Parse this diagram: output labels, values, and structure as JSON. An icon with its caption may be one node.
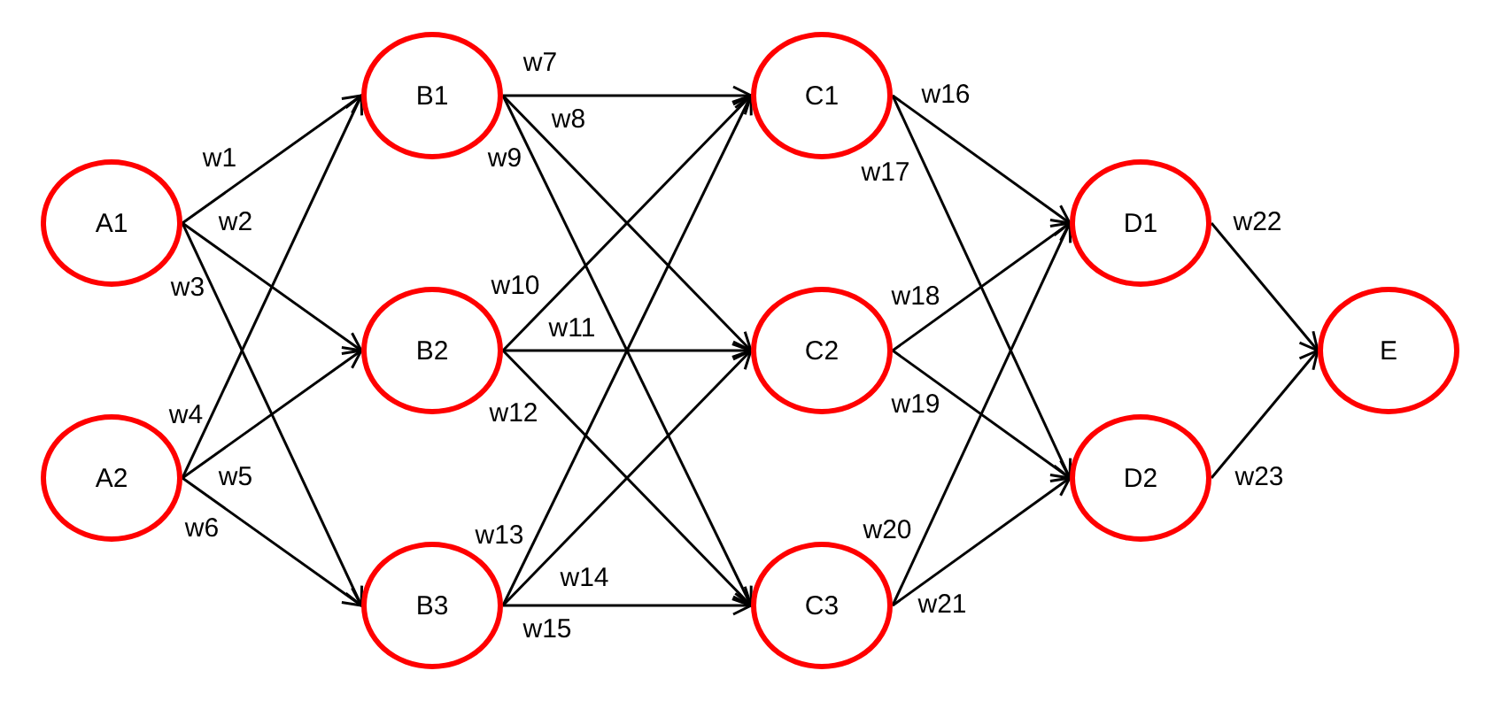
{
  "diagram": {
    "nodes": [
      {
        "text": [
          "A1"
        ]
      },
      {
        "text": [
          "A2"
        ]
      },
      {
        "text": [
          "B1"
        ]
      },
      {
        "text": [
          "B2"
        ]
      },
      {
        "text": [
          "B3"
        ]
      },
      {
        "text": [
          "C1"
        ]
      },
      {
        "text": [
          "C2"
        ]
      },
      {
        "text": [
          "C3"
        ]
      },
      {
        "text": [
          "D1"
        ]
      },
      {
        "text": [
          "D2"
        ]
      },
      {
        "text": [
          "E"
        ]
      }
    ],
    "edges": [
      {
        "from": 0,
        "to": 2,
        "arrow": "to",
        "label": "w1"
      },
      {
        "from": 0,
        "to": 3,
        "arrow": "to",
        "label": "w2"
      },
      {
        "from": 0,
        "to": 4,
        "arrow": "to",
        "label": "w3"
      },
      {
        "from": 1,
        "to": 2,
        "arrow": "to",
        "label": "w4"
      },
      {
        "from": 1,
        "to": 3,
        "arrow": "to",
        "label": "w5"
      },
      {
        "from": 1,
        "to": 4,
        "arrow": "to",
        "label": "w6"
      },
      {
        "from": 2,
        "to": 5,
        "arrow": "to",
        "label": "w7"
      },
      {
        "from": 2,
        "to": 6,
        "arrow": "to",
        "label": "w8"
      },
      {
        "from": 2,
        "to": 7,
        "arrow": "to",
        "label": "w9"
      },
      {
        "from": 3,
        "to": 5,
        "arrow": "to",
        "label": "w10"
      },
      {
        "from": 3,
        "to": 6,
        "arrow": "to",
        "label": "w11"
      },
      {
        "from": 3,
        "to": 7,
        "arrow": "to",
        "label": "w12"
      },
      {
        "from": 4,
        "to": 5,
        "arrow": "to",
        "label": "w13"
      },
      {
        "from": 4,
        "to": 6,
        "arrow": "to",
        "label": "w14"
      },
      {
        "from": 4,
        "to": 7,
        "arrow": "to",
        "label": "w15"
      },
      {
        "from": 5,
        "to": 8,
        "arrow": "to",
        "label": "w16"
      },
      {
        "from": 5,
        "to": 9,
        "arrow": "to",
        "label": "w17"
      },
      {
        "from": 6,
        "to": 8,
        "arrow": "to",
        "label": "w18"
      },
      {
        "from": 6,
        "to": 9,
        "arrow": "to",
        "label": "w19"
      },
      {
        "from": 7,
        "to": 8,
        "arrow": "to",
        "label": "w20"
      },
      {
        "from": 7,
        "to": 9,
        "arrow": "to",
        "label": "w21"
      },
      {
        "from": 8,
        "to": 10,
        "arrow": "to",
        "label": "w22"
      },
      {
        "from": 9,
        "to": 10,
        "arrow": "to",
        "label": "w23"
      }
    ]
  }
}
